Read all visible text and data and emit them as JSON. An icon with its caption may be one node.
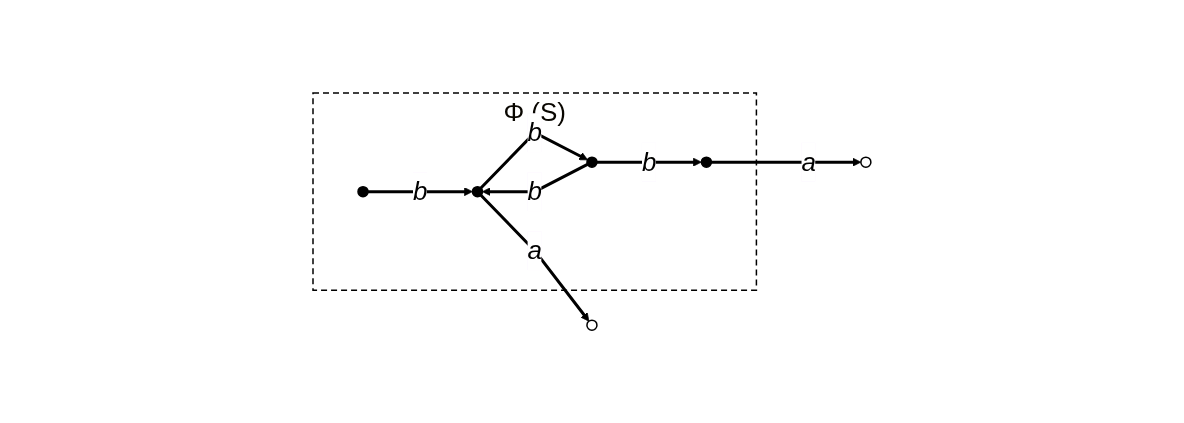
{
  "diagram": {
    "nodes": [
      {
        "text": [
          "Φ (S)"
        ]
      },
      {
        "text": [],
        "shape": "circle",
        "in": 0
      },
      {
        "text": [],
        "shape": "circle",
        "in": 0
      },
      {
        "text": [],
        "shape": "circle",
        "in": 0
      },
      {
        "text": [],
        "shape": "circle",
        "in": 0
      },
      {
        "text": [],
        "shape": "circle"
      },
      {
        "text": [],
        "shape": "circle"
      }
    ],
    "edges": [
      {
        "from": 1,
        "to": 2,
        "arrow": "to",
        "label": "b"
      },
      {
        "from": 2,
        "to": 3,
        "arrow": "to",
        "label": "b"
      },
      {
        "from": 3,
        "to": 2,
        "arrow": "to",
        "label": "b"
      },
      {
        "from": 3,
        "to": 4,
        "arrow": "to",
        "label": "b"
      },
      {
        "from": 4,
        "to": 5,
        "arrow": "to",
        "label": "a"
      },
      {
        "from": 2,
        "to": 6,
        "arrow": "to",
        "label": "a"
      }
    ]
  }
}
